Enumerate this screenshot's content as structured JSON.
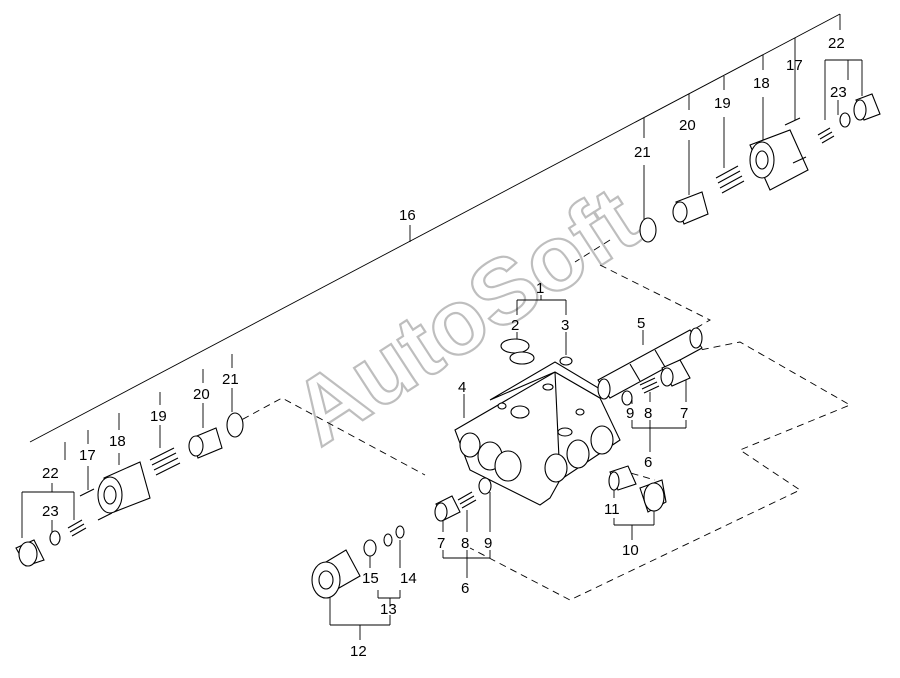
{
  "watermark": "AutoSoft",
  "callouts": {
    "c1": "1",
    "c2": "2",
    "c3": "3",
    "c4": "4",
    "c5": "5",
    "c6a": "6",
    "c6b": "6",
    "c7a": "7",
    "c7b": "7",
    "c8a": "8",
    "c8b": "8",
    "c9a": "9",
    "c9b": "9",
    "c10": "10",
    "c11": "11",
    "c12": "12",
    "c13": "13",
    "c14": "14",
    "c15": "15",
    "c16": "16",
    "c17a": "17",
    "c17b": "17",
    "c18a": "18",
    "c18b": "18",
    "c19a": "19",
    "c19b": "19",
    "c20a": "20",
    "c20b": "20",
    "c21a": "21",
    "c21b": "21",
    "c22a": "22",
    "c22b": "22",
    "c23a": "23",
    "c23b": "23"
  }
}
